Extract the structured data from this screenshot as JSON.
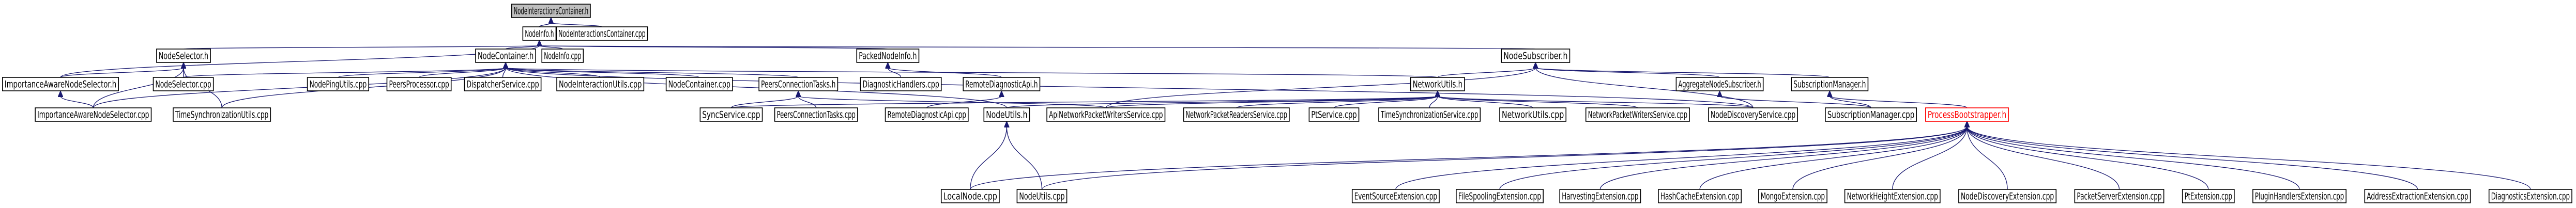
{
  "graph": {
    "root": "NodeInteractionsContainer.h",
    "nodes": [
      {
        "id": "root",
        "label": "NodeInteractionsContainer.h",
        "interactable": false,
        "root": true
      },
      {
        "id": "nodeinfo_h",
        "label": "NodeInfo.h"
      },
      {
        "id": "nic_cpp",
        "label": "NodeInteractionsContainer.cpp"
      },
      {
        "id": "nodeselector_h",
        "label": "NodeSelector.h"
      },
      {
        "id": "nodecontainer_h",
        "label": "NodeContainer.h"
      },
      {
        "id": "nodeinfo_cpp",
        "label": "NodeInfo.cpp"
      },
      {
        "id": "packednodeinfo_h",
        "label": "PackedNodeInfo.h"
      },
      {
        "id": "nodesubscriber_h",
        "label": "NodeSubscriber.h"
      },
      {
        "id": "ians_h",
        "label": "ImportanceAwareNodeSelector.h"
      },
      {
        "id": "nodeselector_cpp",
        "label": "NodeSelector.cpp"
      },
      {
        "id": "nodeping_cpp",
        "label": "NodePingUtils.cpp"
      },
      {
        "id": "peersproc_cpp",
        "label": "PeersProcessor.cpp"
      },
      {
        "id": "dispatcher_cpp",
        "label": "DispatcherService.cpp"
      },
      {
        "id": "nodeinter_cpp",
        "label": "NodeInteractionUtils.cpp"
      },
      {
        "id": "nodecontainer_cpp",
        "label": "NodeContainer.cpp"
      },
      {
        "id": "peersconn_h",
        "label": "PeersConnectionTasks.h"
      },
      {
        "id": "diaghandlers_cpp",
        "label": "DiagnosticHandlers.cpp"
      },
      {
        "id": "remotediag_h",
        "label": "RemoteDiagnosticApi.h"
      },
      {
        "id": "networkutils_h",
        "label": "NetworkUtils.h"
      },
      {
        "id": "aggsub_h",
        "label": "AggregateNodeSubscriber.h"
      },
      {
        "id": "submgr_h",
        "label": "SubscriptionManager.h"
      },
      {
        "id": "ians_cpp",
        "label": "ImportanceAwareNodeSelector.cpp"
      },
      {
        "id": "timesyncutils_cpp",
        "label": "TimeSynchronizationUtils.cpp"
      },
      {
        "id": "sync_cpp",
        "label": "SyncService.cpp"
      },
      {
        "id": "peersconn_cpp",
        "label": "PeersConnectionTasks.cpp"
      },
      {
        "id": "remotediag_cpp",
        "label": "RemoteDiagnosticApi.cpp"
      },
      {
        "id": "nodeutils_h",
        "label": "NodeUtils.h"
      },
      {
        "id": "apinetwork_cpp",
        "label": "ApiNetworkPacketWritersService.cpp"
      },
      {
        "id": "netreaders_cpp",
        "label": "NetworkPacketReadersService.cpp"
      },
      {
        "id": "ptservice_cpp",
        "label": "PtService.cpp"
      },
      {
        "id": "timesyncservice_cpp",
        "label": "TimeSynchronizationService.cpp"
      },
      {
        "id": "networkutils_cpp",
        "label": "NetworkUtils.cpp"
      },
      {
        "id": "netwriters_cpp",
        "label": "NetworkPacketWritersService.cpp"
      },
      {
        "id": "nodediscovery_cpp",
        "label": "NodeDiscoveryService.cpp"
      },
      {
        "id": "submgr_cpp",
        "label": "SubscriptionManager.cpp"
      },
      {
        "id": "procboot_h",
        "label": "ProcessBootstrapper.h",
        "red": true
      },
      {
        "id": "localnode_cpp",
        "label": "LocalNode.cpp"
      },
      {
        "id": "nodeutils_cpp",
        "label": "NodeUtils.cpp"
      },
      {
        "id": "eventsource_cpp",
        "label": "EventSourceExtension.cpp"
      },
      {
        "id": "filespool_cpp",
        "label": "FileSpoolingExtension.cpp"
      },
      {
        "id": "harvesting_cpp",
        "label": "HarvestingExtension.cpp"
      },
      {
        "id": "hashcache_cpp",
        "label": "HashCacheExtension.cpp"
      },
      {
        "id": "mongo_cpp",
        "label": "MongoExtension.cpp"
      },
      {
        "id": "netheight_cpp",
        "label": "NetworkHeightExtension.cpp"
      },
      {
        "id": "nodediscext_cpp",
        "label": "NodeDiscoveryExtension.cpp"
      },
      {
        "id": "packetserver_cpp",
        "label": "PacketServerExtension.cpp"
      },
      {
        "id": "ptext_cpp",
        "label": "PtExtension.cpp"
      },
      {
        "id": "pluginhandlers_cpp",
        "label": "PluginHandlersExtension.cpp"
      },
      {
        "id": "addrextract_cpp",
        "label": "AddressExtractionExtension.cpp"
      },
      {
        "id": "diagext_cpp",
        "label": "DiagnosticsExtension.cpp"
      }
    ]
  }
}
